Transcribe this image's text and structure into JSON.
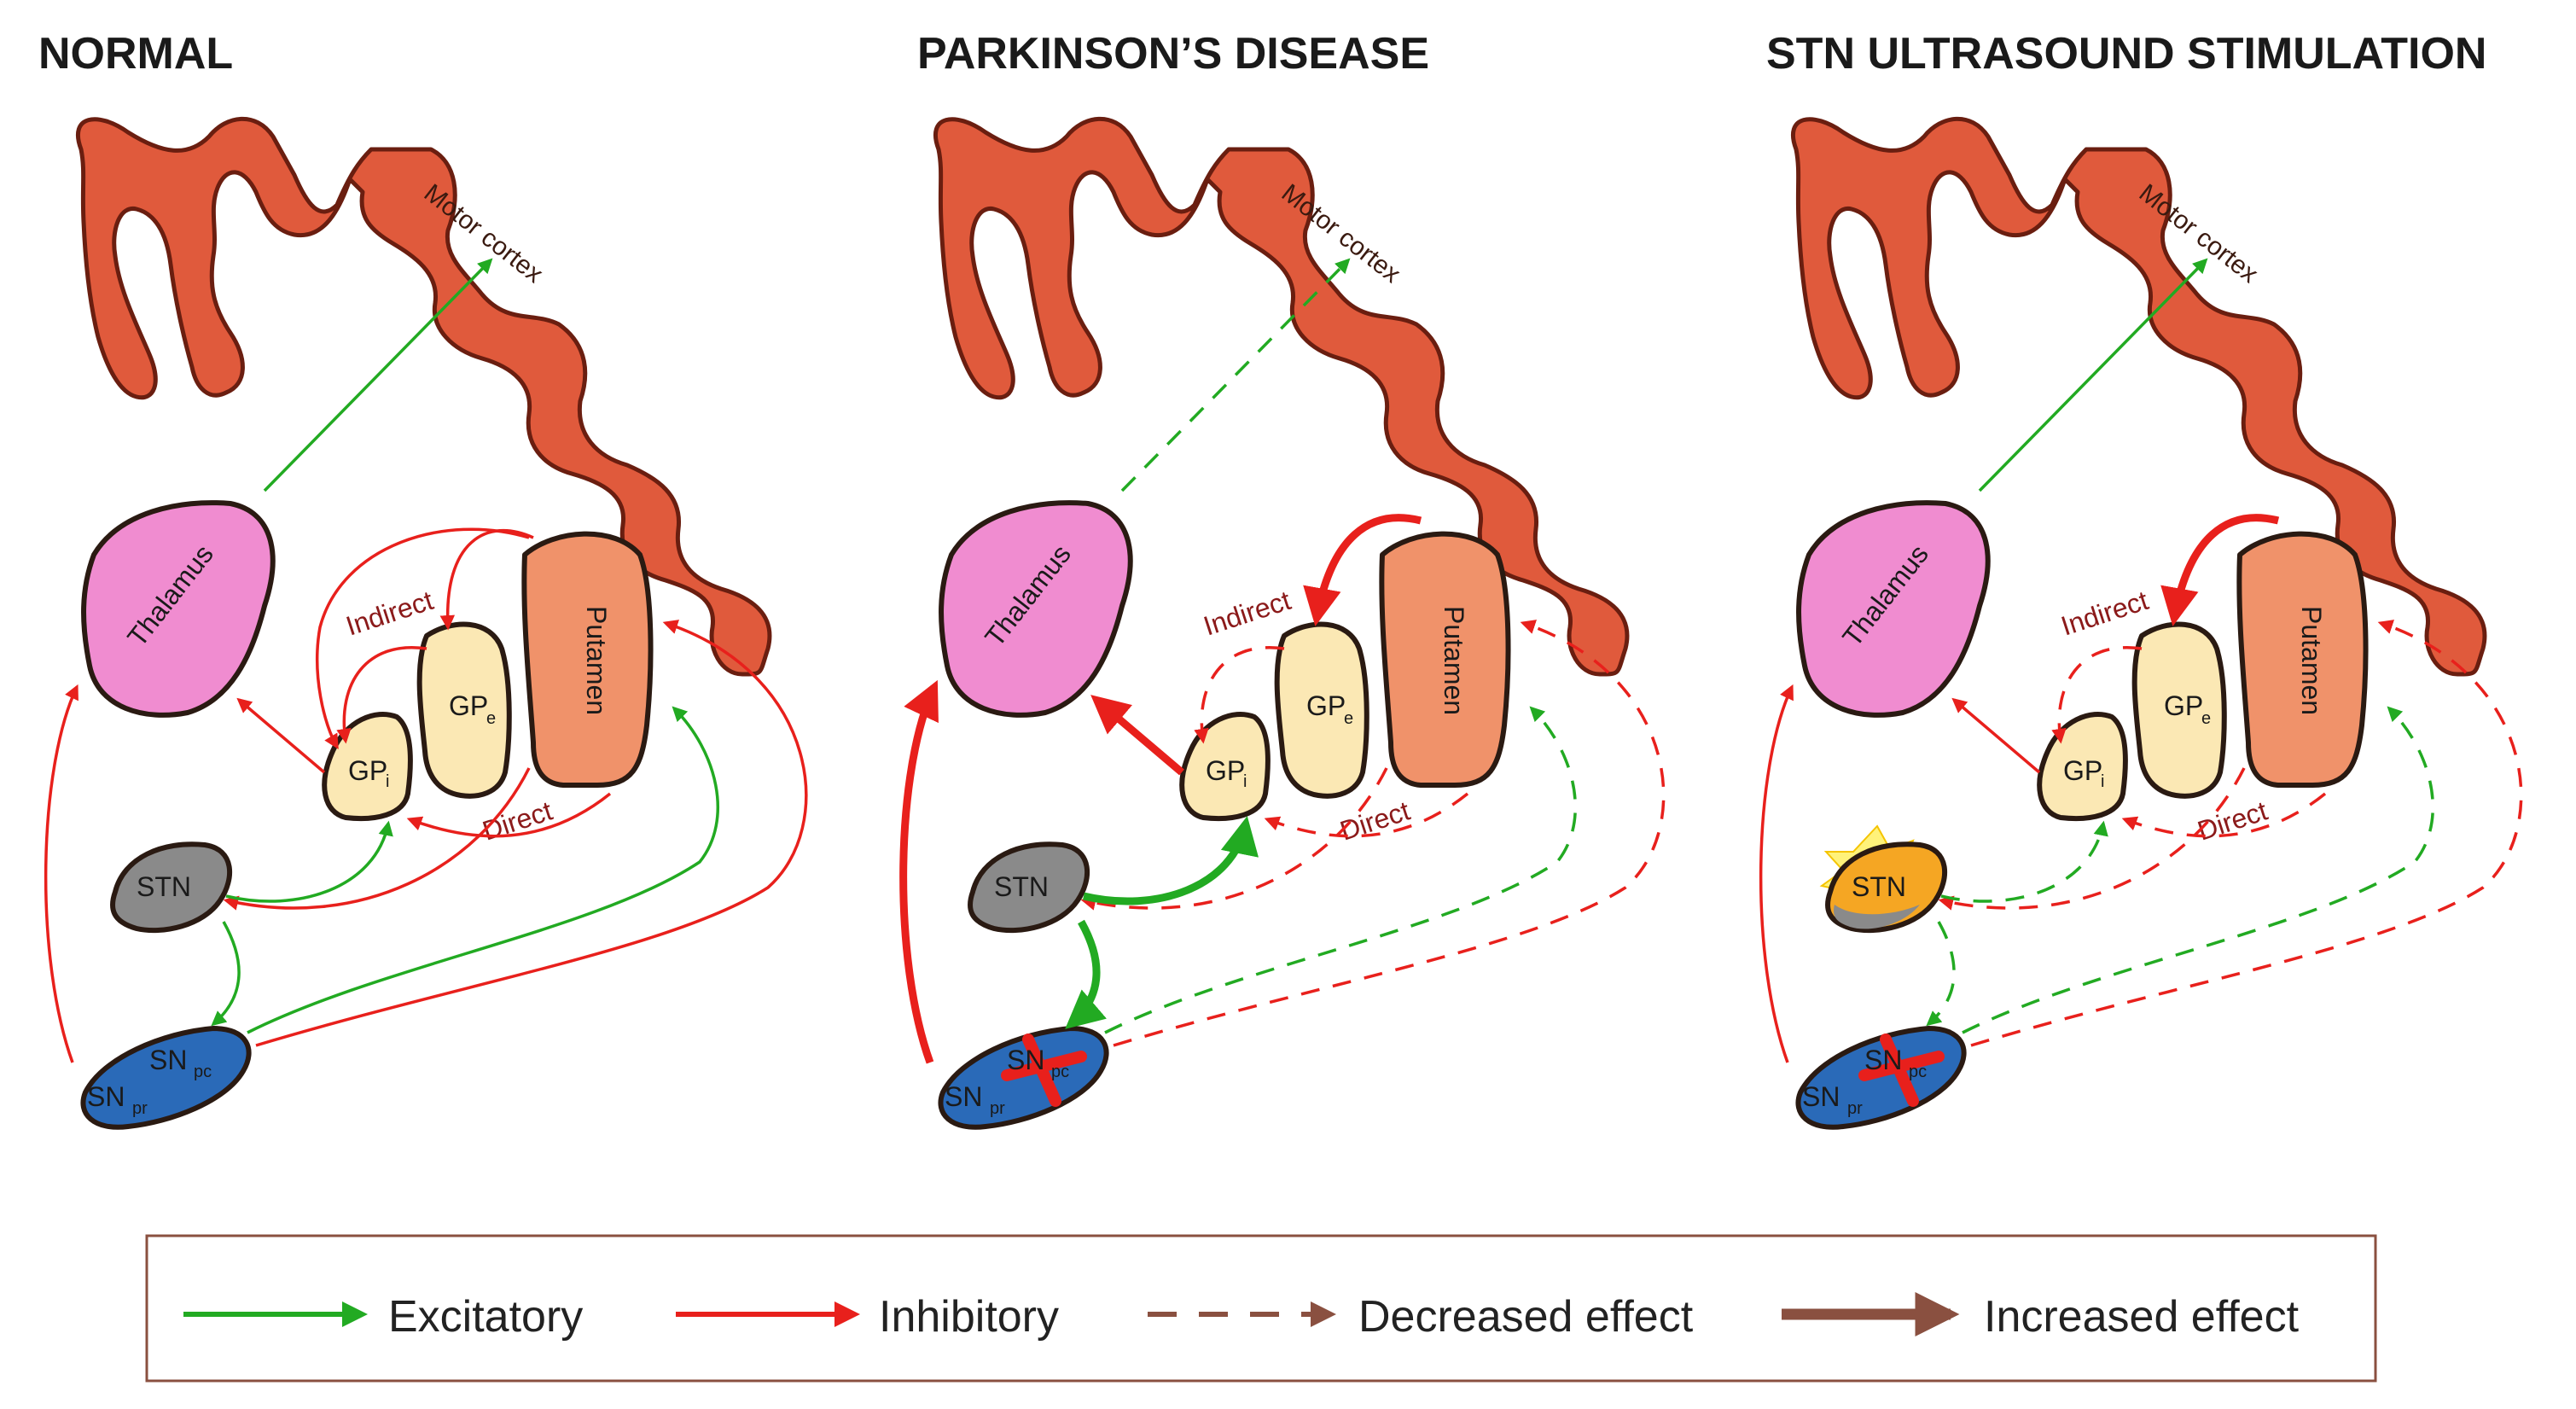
{
  "panels": [
    {
      "title": "NORMAL",
      "mode": "normal",
      "labels": {
        "cortex": "Motor cortex",
        "thalamus": "Thalamus",
        "putamen": "Putamen",
        "gpe": "GP",
        "gpe_sub": "e",
        "gpi": "GP",
        "gpi_sub": "i",
        "stn": "STN",
        "snpc": "SN",
        "snpc_sub": "pc",
        "snpr": "SN",
        "snpr_sub": "pr",
        "indirect": "Indirect",
        "direct": "Direct"
      }
    },
    {
      "title": "PARKINSON’S DISEASE",
      "mode": "pd",
      "labels": {
        "cortex": "Motor cortex",
        "thalamus": "Thalamus",
        "putamen": "Putamen",
        "gpe": "GP",
        "gpe_sub": "e",
        "gpi": "GP",
        "gpi_sub": "i",
        "stn": "STN",
        "snpc": "SN",
        "snpc_sub": "pc",
        "snpr": "SN",
        "snpr_sub": "pr",
        "indirect": "Indirect",
        "direct": "Direct"
      }
    },
    {
      "title": "STN ULTRASOUND STIMULATION",
      "mode": "us",
      "labels": {
        "cortex": "Motor cortex",
        "thalamus": "Thalamus",
        "putamen": "Putamen",
        "gpe": "GP",
        "gpe_sub": "e",
        "gpi": "GP",
        "gpi_sub": "i",
        "stn": "STN",
        "snpc": "SN",
        "snpc_sub": "pc",
        "snpr": "SN",
        "snpr_sub": "pr",
        "indirect": "Indirect",
        "direct": "Direct"
      }
    }
  ],
  "legend": {
    "excitatory": "Excitatory",
    "inhibitory": "Inhibitory",
    "decreased": "Decreased effect",
    "increased": "Increased effect"
  },
  "colors": {
    "excitatory": "#22aa22",
    "inhibitory": "#e8201c",
    "legend_brown": "#8a5040",
    "cortex": "#e05a3c",
    "thalamus": "#f08cd0",
    "putamen": "#f0926a",
    "globus_pallidus": "#fbe8b4",
    "stn": "#8a8a8a",
    "stn_stimulated": "#f5a623",
    "substantia_nigra": "#2a6ab8"
  }
}
